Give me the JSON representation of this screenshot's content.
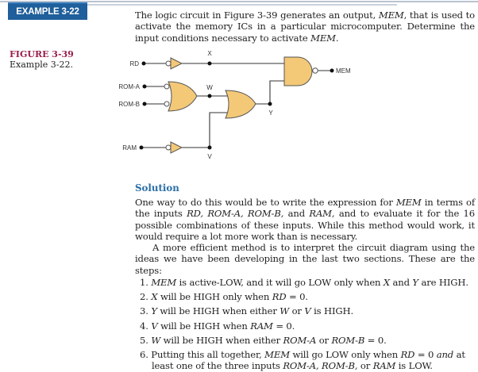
{
  "header": {
    "example_label": "EXAMPLE 3-22"
  },
  "intro": [
    {
      "t": "The logic circuit in Figure 3-39 generates an output, "
    },
    {
      "t": "MEM",
      "i": true
    },
    {
      "t": ", that is used to activate the memory ICs in a particular microcomputer. Determine the input conditions necessary to activate "
    },
    {
      "t": "MEM",
      "i": true
    },
    {
      "t": "."
    }
  ],
  "figure": {
    "number": "FIGURE 3-39",
    "caption": "Example 3-22.",
    "labels": {
      "rd": "RD",
      "rom_a": "ROM-A",
      "rom_b": "ROM-B",
      "ram": "RAM",
      "x": "X",
      "w": "W",
      "y": "Y",
      "v": "V",
      "mem": "MEM"
    },
    "gate_fill": "#f3c877"
  },
  "solution": {
    "heading": "Solution",
    "para1": [
      {
        "t": "One way to do this would be to write the expression for "
      },
      {
        "t": "MEM",
        "i": true
      },
      {
        "t": " in terms of the inputs "
      },
      {
        "t": "RD, ROM-A, ROM-B,",
        "i": true
      },
      {
        "t": " and "
      },
      {
        "t": "RAM,",
        "i": true
      },
      {
        "t": " and to evaluate it for the 16 possible combinations of these inputs. While this method would work, it would require a lot more work than is necessary."
      }
    ],
    "para2": [
      {
        "t": "A more efficient method is to interpret the circuit diagram using the ideas we have been developing in the last two sections. These are the steps:"
      }
    ],
    "steps": [
      [
        {
          "t": "1. "
        },
        {
          "t": "MEM",
          "i": true
        },
        {
          "t": " is active-LOW, and it will go LOW only when "
        },
        {
          "t": "X",
          "i": true
        },
        {
          "t": " and "
        },
        {
          "t": "Y",
          "i": true
        },
        {
          "t": " are HIGH."
        }
      ],
      [
        {
          "t": "2. "
        },
        {
          "t": "X",
          "i": true
        },
        {
          "t": " will be HIGH only when "
        },
        {
          "t": "RD",
          "i": true
        },
        {
          "t": " = 0."
        }
      ],
      [
        {
          "t": "3. "
        },
        {
          "t": "Y",
          "i": true
        },
        {
          "t": " will be HIGH when either "
        },
        {
          "t": "W",
          "i": true
        },
        {
          "t": " or "
        },
        {
          "t": "V",
          "i": true
        },
        {
          "t": " is HIGH."
        }
      ],
      [
        {
          "t": "4. "
        },
        {
          "t": "V",
          "i": true
        },
        {
          "t": " will be HIGH when "
        },
        {
          "t": "RAM",
          "i": true
        },
        {
          "t": " = 0."
        }
      ],
      [
        {
          "t": "5. "
        },
        {
          "t": "W",
          "i": true
        },
        {
          "t": " will be HIGH when either "
        },
        {
          "t": "ROM-A",
          "i": true
        },
        {
          "t": " or "
        },
        {
          "t": "ROM-B",
          "i": true
        },
        {
          "t": " = 0."
        }
      ],
      [
        {
          "t": "6. Putting this all together, "
        },
        {
          "t": "MEM",
          "i": true
        },
        {
          "t": " will go LOW only when "
        },
        {
          "t": "RD",
          "i": true
        },
        {
          "t": " = 0 "
        },
        {
          "t": "and",
          "i": true
        },
        {
          "t": " at least one of the three inputs "
        },
        {
          "t": "ROM-A, ROM-B,",
          "i": true
        },
        {
          "t": " or "
        },
        {
          "t": "RAM",
          "i": true
        },
        {
          "t": " is LOW."
        }
      ]
    ]
  }
}
